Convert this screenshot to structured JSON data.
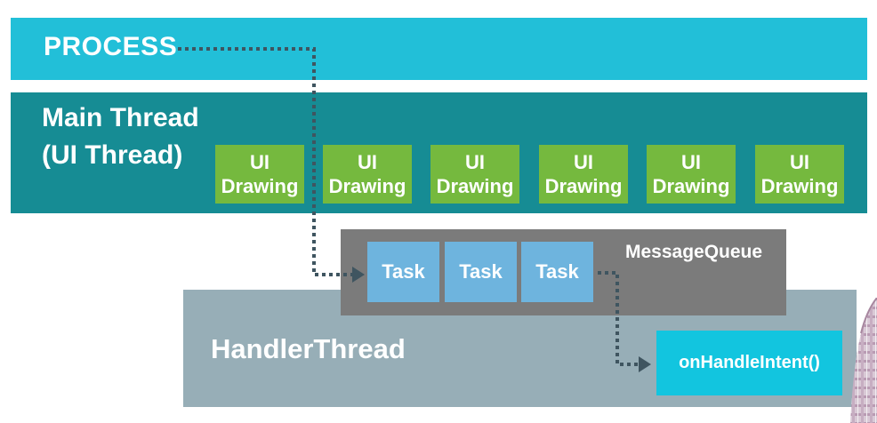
{
  "process": {
    "label": "PROCESS"
  },
  "main_thread": {
    "label": "Main Thread\n(UI Thread)",
    "ui_boxes": [
      {
        "line1": "UI",
        "line2": "Drawing"
      },
      {
        "line1": "UI",
        "line2": "Drawing"
      },
      {
        "line1": "UI",
        "line2": "Drawing"
      },
      {
        "line1": "UI",
        "line2": "Drawing"
      },
      {
        "line1": "UI",
        "line2": "Drawing"
      },
      {
        "line1": "UI",
        "line2": "Drawing"
      }
    ]
  },
  "message_queue": {
    "label": "MessageQueue",
    "tasks": [
      "Task",
      "Task",
      "Task"
    ]
  },
  "handler_thread": {
    "label": "HandlerThread"
  },
  "intent": {
    "label": "onHandleIntent()"
  },
  "colors": {
    "process": "#22bfd8",
    "main_thread": "#168c94",
    "ui_drawing": "#75b93e",
    "message_queue": "#7b7b7b",
    "task": "#6eb4de",
    "handler_thread": "#97aeb7",
    "intent": "#12c5df",
    "connector": "#3f5560"
  }
}
